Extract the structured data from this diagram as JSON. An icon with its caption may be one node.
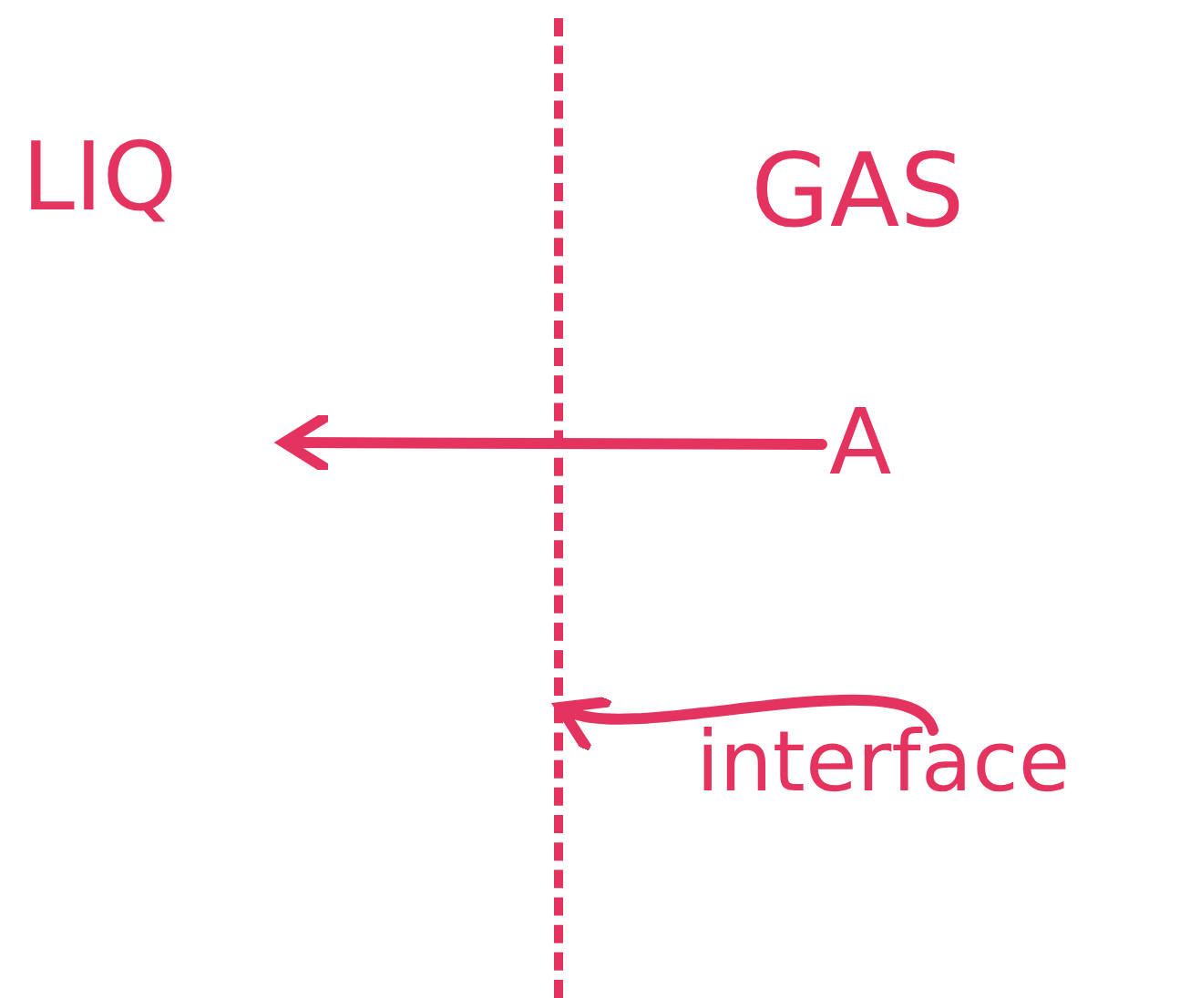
{
  "diagram": {
    "nodes": [
      {
        "text": [
          "A"
        ]
      },
      {
        "text": [],
        "shape": "line"
      },
      {
        "text": [
          "interface"
        ]
      }
    ],
    "edges": [
      {
        "from": 0,
        "to": null,
        "arrow": "to"
      },
      {
        "from": 2,
        "to": 1,
        "arrow": "to"
      }
    ],
    "labels": [
      "LIQ",
      "GAS"
    ]
  }
}
